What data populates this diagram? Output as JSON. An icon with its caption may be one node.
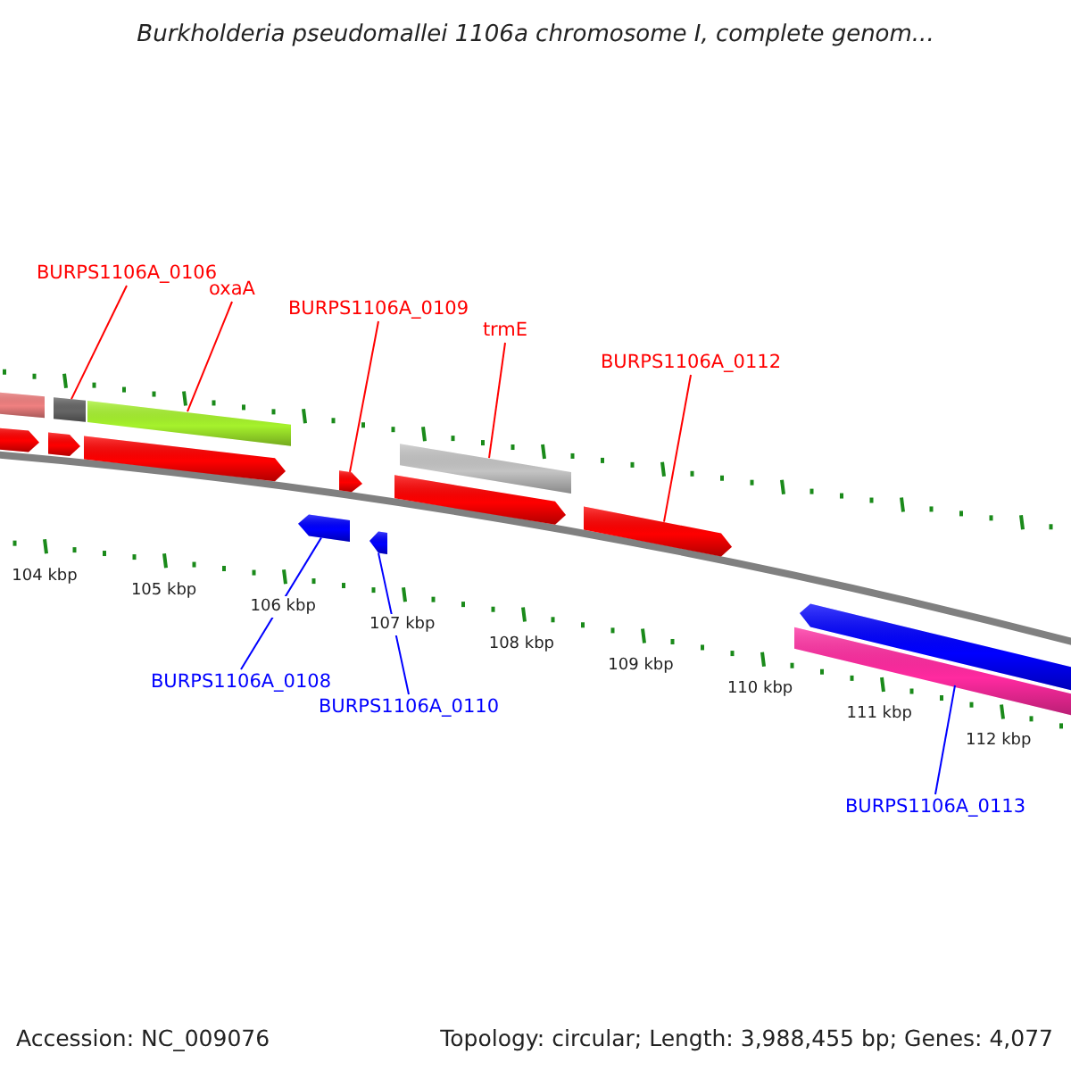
{
  "diagram": {
    "title": "Burkholderia pseudomallei 1106a chromosome I, complete genom...",
    "nodes": [
      {
        "text": [
          "BURPS1106A_0106"
        ]
      },
      {
        "text": [
          "oxaA"
        ]
      },
      {
        "text": [
          "BURPS1106A_0109"
        ]
      },
      {
        "text": [
          "trmE"
        ]
      },
      {
        "text": [
          "BURPS1106A_0112"
        ]
      },
      {
        "text": [],
        "shape": "bar"
      },
      {
        "text": [],
        "shape": "bar"
      },
      {
        "text": [],
        "shape": "bar"
      },
      {
        "text": [],
        "shape": "bar"
      },
      {
        "text": [],
        "shape": "bar"
      },
      {
        "text": [
          "BURPS1106A_0108"
        ]
      },
      {
        "text": [
          "BURPS1106A_0110"
        ]
      },
      {
        "text": [
          "BURPS1106A_0113"
        ]
      },
      {
        "text": [],
        "shape": "bar"
      },
      {
        "text": [],
        "shape": "bar"
      },
      {
        "text": [],
        "shape": "bar"
      }
    ],
    "edges": [
      {
        "from": 0,
        "to": 5,
        "arrow": "none"
      },
      {
        "from": 1,
        "to": 6,
        "arrow": "none"
      },
      {
        "from": 2,
        "to": 7,
        "arrow": "none"
      },
      {
        "from": 3,
        "to": 8,
        "arrow": "none"
      },
      {
        "from": 4,
        "to": 9,
        "arrow": "none"
      },
      {
        "from": 10,
        "to": 13,
        "arrow": "none",
        "color": "#0000ff"
      },
      {
        "from": 11,
        "to": 14,
        "arrow": "none",
        "color": "#0000ff"
      },
      {
        "from": 12,
        "to": 15,
        "arrow": "none",
        "color": "#0000ff"
      }
    ],
    "labels": [
      "104 kbp",
      "105 kbp",
      "106 kbp",
      "107 kbp",
      "108 kbp",
      "109 kbp",
      "110 kbp",
      "111 kbp",
      "112 kbp",
      "Accession: NC_009076",
      "Topology: circular; Length: 3,988,455 bp; Genes: 4,077"
    ]
  }
}
